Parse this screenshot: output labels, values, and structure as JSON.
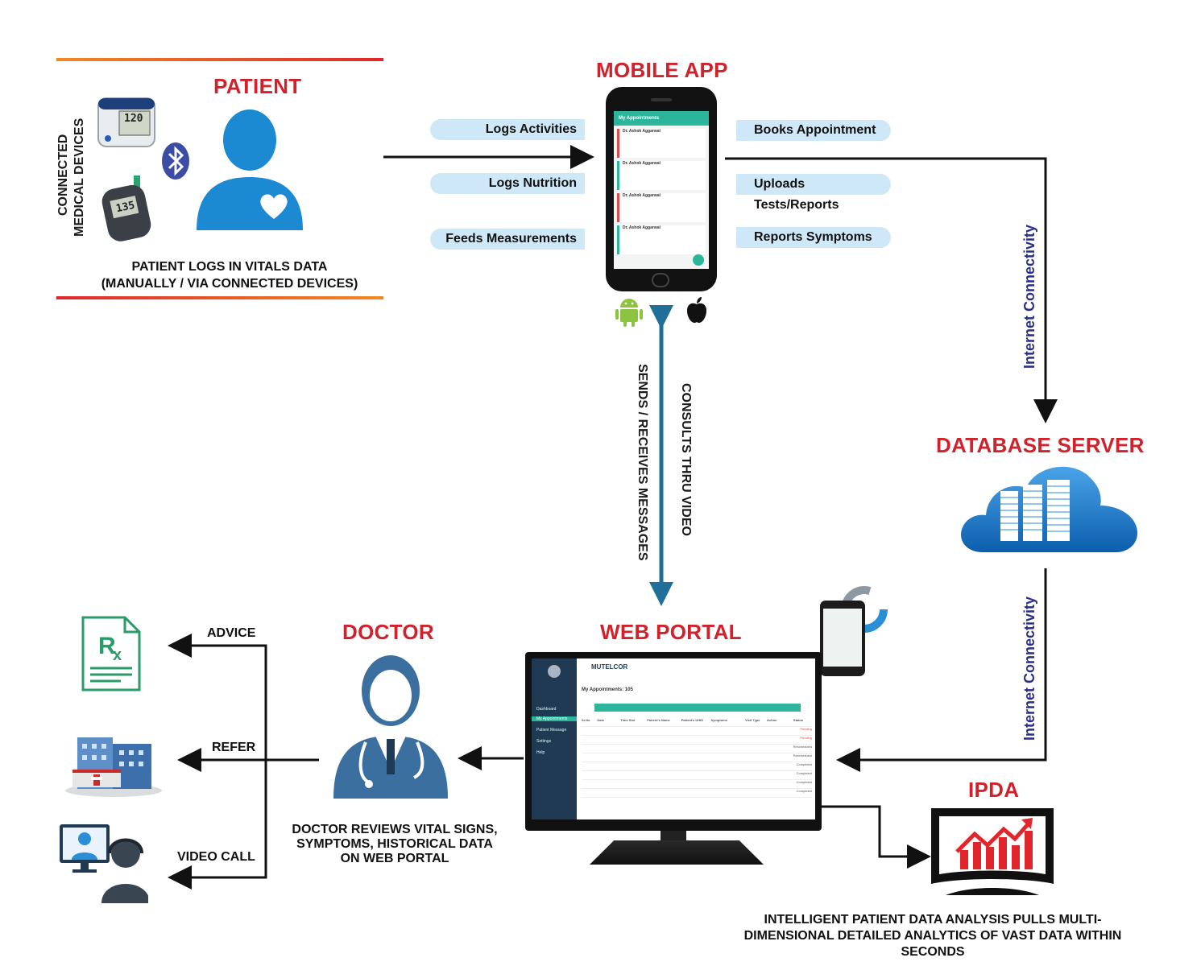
{
  "patient": {
    "title": "PATIENT",
    "devices_label_1": "CONNECTED",
    "devices_label_2": "MEDICAL DEVICES",
    "caption_1": "PATIENT LOGS IN VITALS DATA",
    "caption_2": "(MANUALLY / VIA CONNECTED DEVICES)",
    "bp_reading": "120",
    "glucose_reading": "135"
  },
  "mobile_app": {
    "title": "MOBILE APP",
    "screen_title": "My Appointments",
    "card_doctor": "Dr. Ashok Aggarwal",
    "left_actions": [
      "Logs Activities",
      "Logs Nutrition",
      "Feeds Measurements"
    ],
    "right_actions": [
      "Books Appointment",
      "Uploads Tests/Reports",
      "Reports Symptoms"
    ]
  },
  "links": {
    "internet_1": "Internet Connectivity",
    "internet_2": "Internet Connectivity",
    "sends": "SENDS / RECEIVES MESSAGES",
    "consults": "CONSULTS THRU VIDEO"
  },
  "database": {
    "title": "DATABASE SERVER"
  },
  "web_portal": {
    "title": "WEB PORTAL",
    "brand": "MUTELCOR",
    "heading": "My Appointments: 105",
    "nav": [
      "Dashboard",
      "My Appointments",
      "Patient Message",
      "Settings",
      "Help"
    ],
    "columns": [
      "Sr.No",
      "Date",
      "Time Slot",
      "Patient's Name",
      "Patient's UHID",
      "Symptoms",
      "Visit Type",
      "Action",
      "Status"
    ],
    "statuses": [
      "Pending",
      "Pending",
      "Rescheduled",
      "Rescheduled",
      "Completed",
      "Completed",
      "Completed",
      "Completed"
    ]
  },
  "doctor": {
    "title": "DOCTOR",
    "caption_1": "DOCTOR REVIEWS VITAL SIGNS,",
    "caption_2": "SYMPTOMS, HISTORICAL DATA",
    "caption_3": "ON WEB PORTAL"
  },
  "outcomes": [
    "ADVICE",
    "REFER",
    "VIDEO CALL"
  ],
  "ipda": {
    "title": "IPDA",
    "caption_1": "INTELLIGENT PATIENT DATA ANALYSIS PULLS MULTI-",
    "caption_2": "DIMENSIONAL DETAILED ANALYTICS OF VAST DATA WITHIN",
    "caption_3": "SECONDS"
  },
  "colors": {
    "accent_red": "#d1212a",
    "link_blue": "#1f6f99",
    "person_blue": "#1b8ad3",
    "doctor_blue": "#3a6f9f"
  }
}
